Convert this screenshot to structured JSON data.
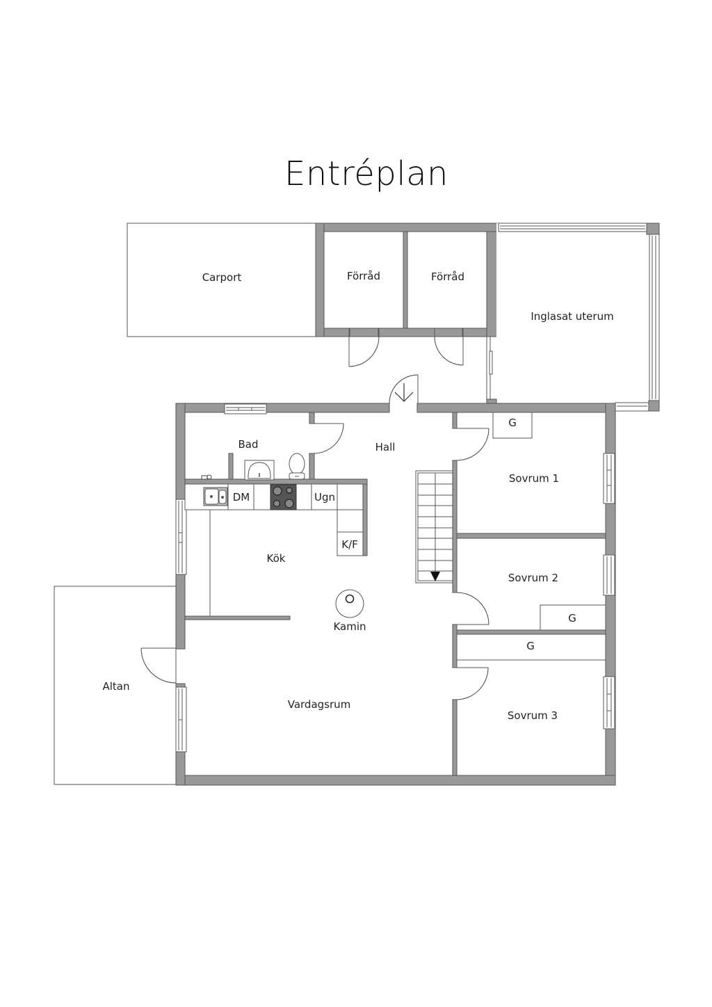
{
  "title": "Entréplan",
  "colors": {
    "wall_fill": "#999999",
    "line": "#555555",
    "text": "#222222",
    "stove": "#555555",
    "background": "#ffffff"
  },
  "rooms": {
    "carport": "Carport",
    "forrad_1": "Förråd",
    "forrad_2": "Förråd",
    "uterum": "Inglasat uterum",
    "bad": "Bad",
    "hall": "Hall",
    "sovrum_1": "Sovrum 1",
    "sovrum_2": "Sovrum 2",
    "sovrum_3": "Sovrum 3",
    "kok": "Kök",
    "vardagsrum": "Vardagsrum",
    "altan": "Altan"
  },
  "fixtures": {
    "kamin": "Kamin",
    "dm": "DM",
    "ugn": "Ugn",
    "kf": "K/F",
    "wardrobe_1": "G",
    "wardrobe_2": "G",
    "wardrobe_3": "G"
  },
  "icons": {
    "entrance": "entrance-arrow-icon",
    "stairs_direction": "stairs-down-arrow-icon",
    "fireplace": "fireplace-icon",
    "stove": "stove-icon",
    "sink": "sink-icon",
    "toilet": "toilet-icon",
    "washbasin": "washbasin-icon"
  }
}
